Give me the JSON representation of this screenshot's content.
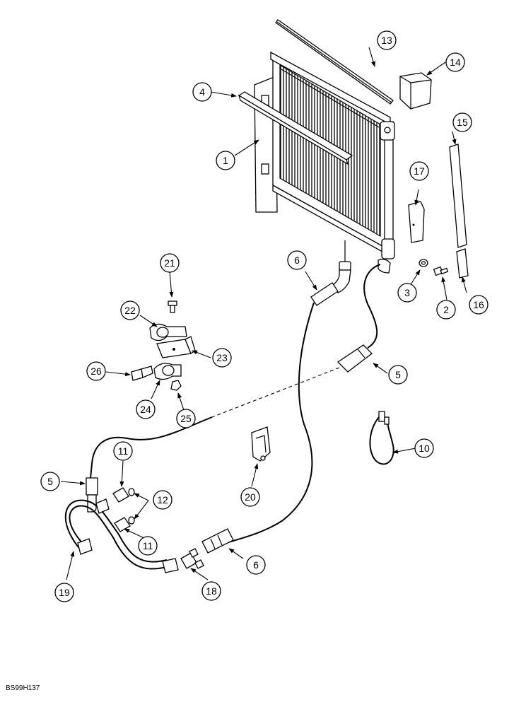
{
  "figure_code": "BS99H137",
  "callouts": {
    "c1": "1",
    "c2": "2",
    "c3": "3",
    "c4": "4",
    "c5a": "5",
    "c5b": "5",
    "c6a": "6",
    "c6b": "6",
    "c10": "10",
    "c11a": "11",
    "c11b": "11",
    "c12": "12",
    "c13": "13",
    "c14": "14",
    "c15": "15",
    "c16": "16",
    "c17": "17",
    "c18": "18",
    "c19": "19",
    "c20": "20",
    "c21": "21",
    "c22": "22",
    "c23": "23",
    "c24": "24",
    "c25": "25",
    "c26": "26"
  }
}
